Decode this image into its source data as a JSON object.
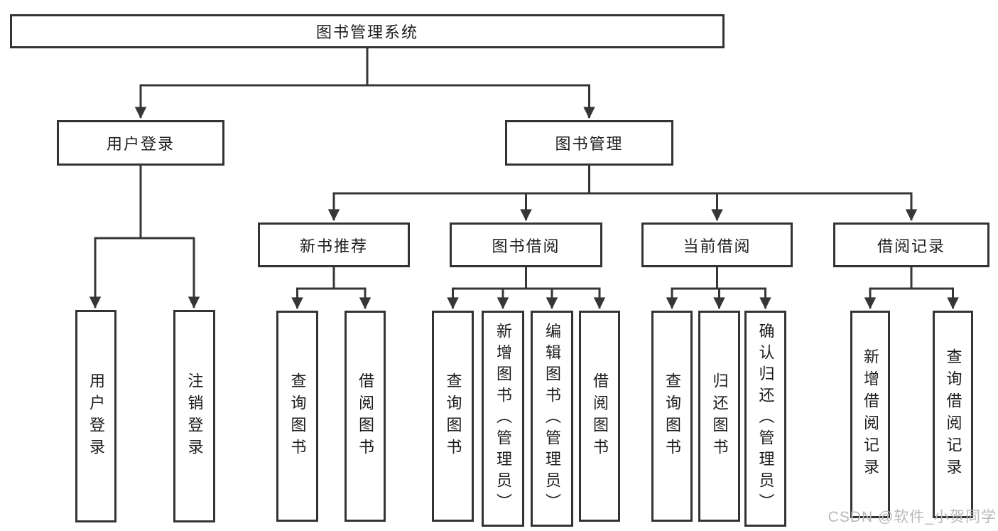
{
  "tree": {
    "label": "图书管理系统",
    "children": [
      {
        "label": "用户登录",
        "children": [
          {
            "label": "用户登录"
          },
          {
            "label": "注销登录"
          }
        ]
      },
      {
        "label": "图书管理",
        "children": [
          {
            "label": "新书推荐",
            "children": [
              {
                "label": "查询图书"
              },
              {
                "label": "借阅图书"
              }
            ]
          },
          {
            "label": "图书借阅",
            "children": [
              {
                "label": "查询图书"
              },
              {
                "label": "新增图书（管理员）"
              },
              {
                "label": "编辑图书（管理员）"
              },
              {
                "label": "借阅图书"
              }
            ]
          },
          {
            "label": "当前借阅",
            "children": [
              {
                "label": "查询图书"
              },
              {
                "label": "归还图书"
              },
              {
                "label": "确认归还（管理员）"
              }
            ]
          },
          {
            "label": "借阅记录",
            "children": [
              {
                "label": "新增借阅记录"
              },
              {
                "label": "查询借阅记录"
              }
            ]
          }
        ]
      }
    ]
  },
  "watermark": "CSDN @软件_小贺同学",
  "colors": {
    "line": "#363636",
    "box_border": "#333333",
    "text": "#1c1c1c",
    "watermark": "#b9b9b9",
    "background": "#ffffff"
  }
}
